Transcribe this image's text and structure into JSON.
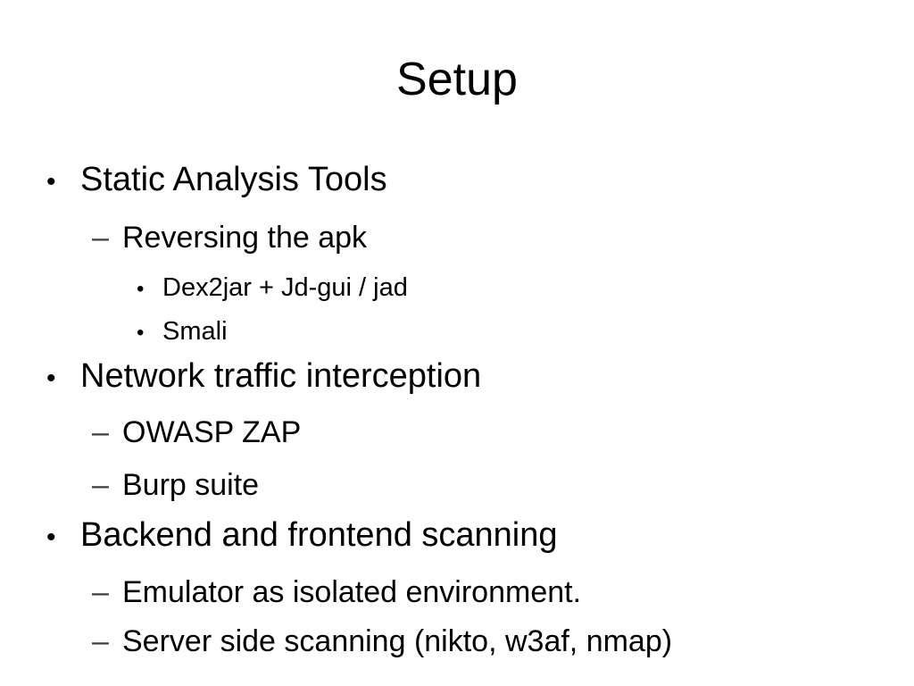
{
  "slide": {
    "title": "Setup",
    "colors": {
      "background": "#ffffff",
      "text": "#000000"
    },
    "bullets": [
      {
        "level": 1,
        "marker": "•",
        "text": "Static Analysis Tools"
      },
      {
        "level": 2,
        "marker": "–",
        "text": "Reversing the apk"
      },
      {
        "level": 3,
        "marker": "•",
        "text": "Dex2jar + Jd-gui / jad"
      },
      {
        "level": 3,
        "marker": "•",
        "text": "Smali"
      },
      {
        "level": 1,
        "marker": "•",
        "text": "Network traffic interception"
      },
      {
        "level": 2,
        "marker": "–",
        "text": "OWASP ZAP"
      },
      {
        "level": 2,
        "marker": "–",
        "text": "Burp suite"
      },
      {
        "level": 1,
        "marker": "•",
        "text": "Backend and frontend scanning"
      },
      {
        "level": 2,
        "marker": "–",
        "text": "Emulator as isolated environment."
      },
      {
        "level": 2,
        "marker": "–",
        "text": "Server side scanning (nikto, w3af, nmap)"
      }
    ]
  }
}
